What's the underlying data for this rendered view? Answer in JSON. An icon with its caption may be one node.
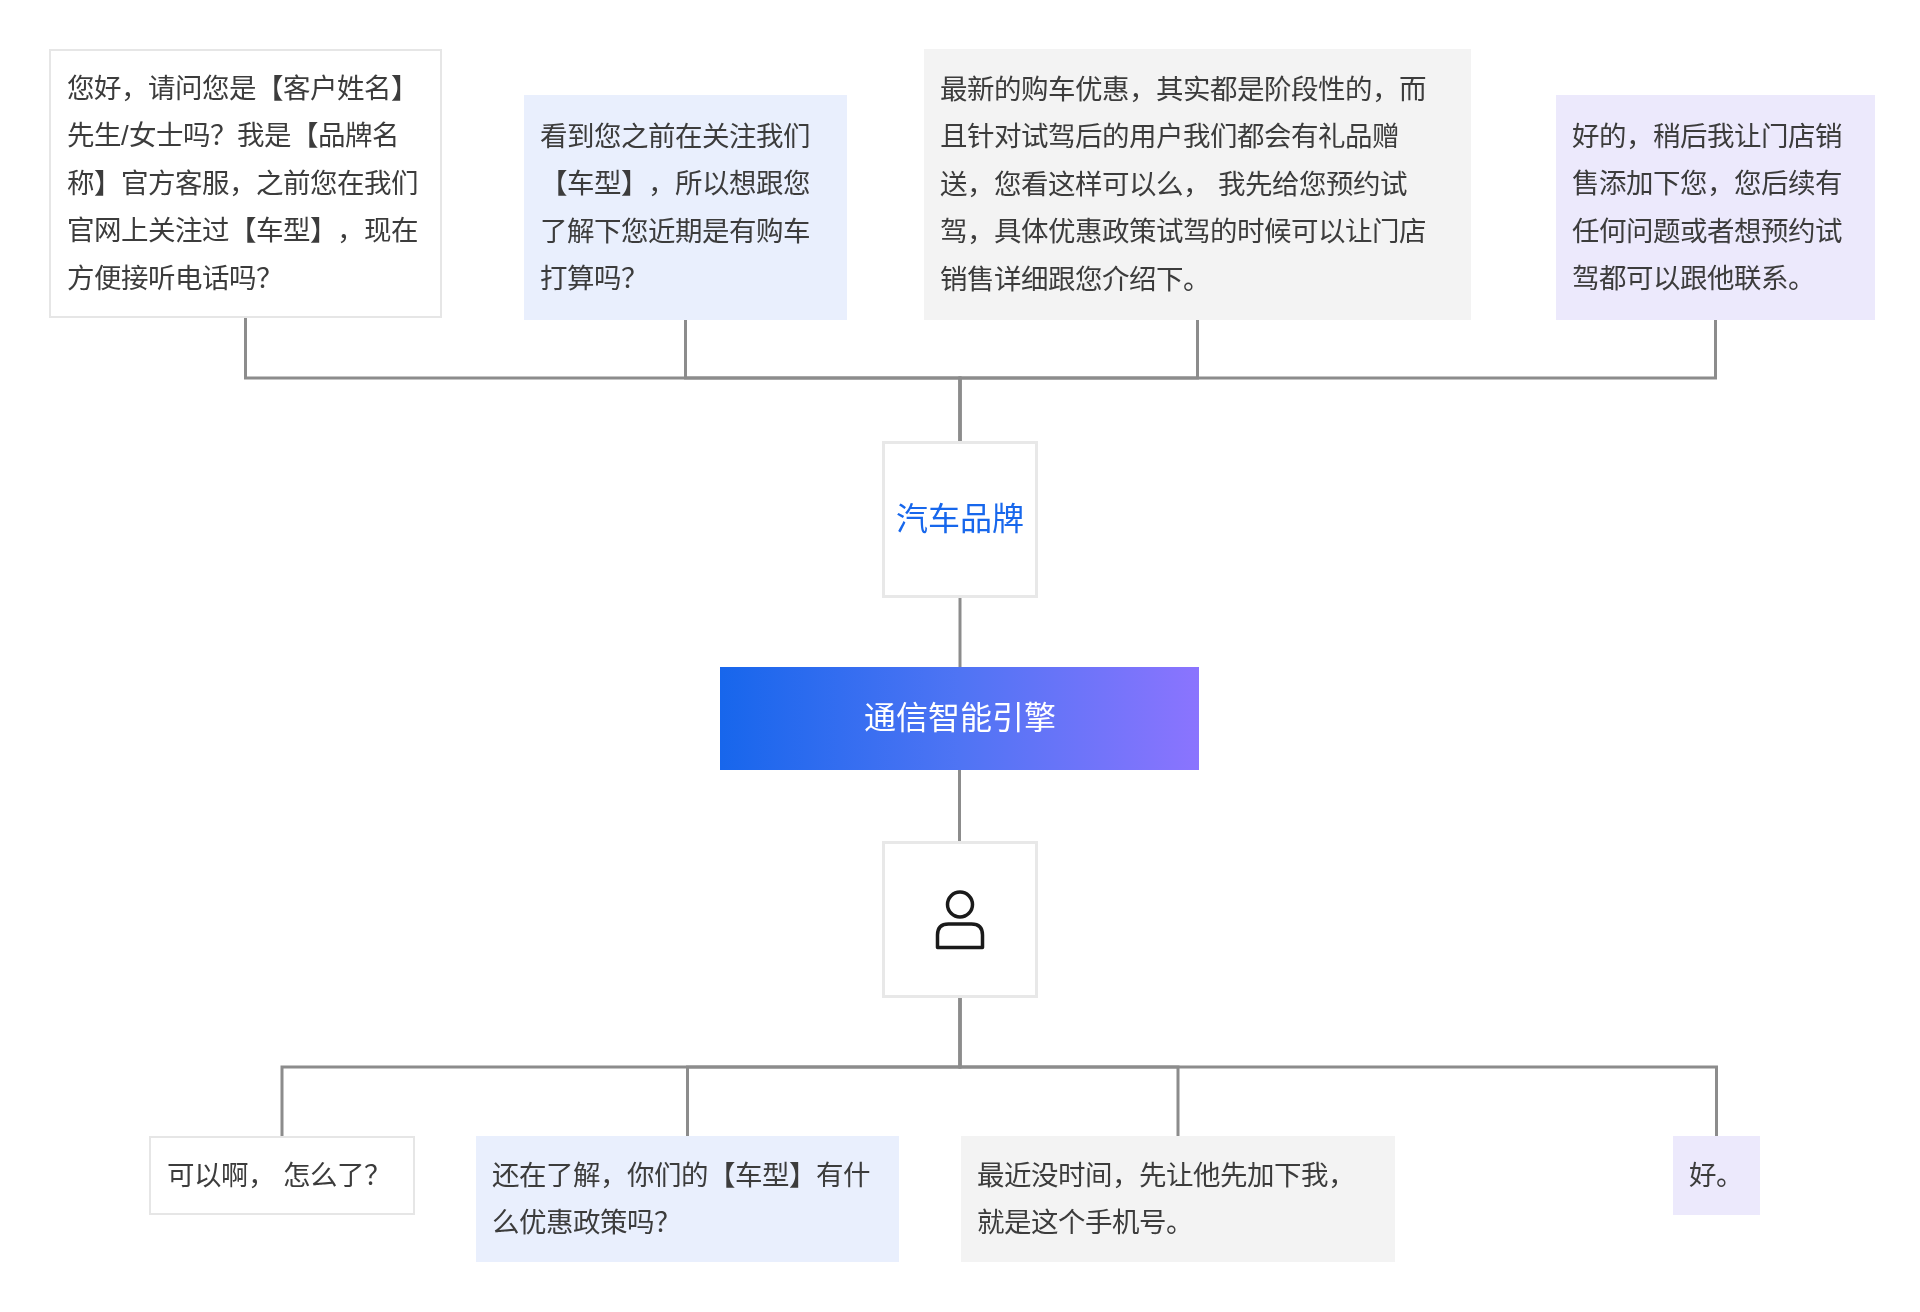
{
  "diagram": {
    "nodes": [
      {
        "text": [
          "您好，请问您是【客户姓名】先生/女士吗？我是【品牌名称】官方客服，之前您在我们官网上关注过【车型】，现在方便接听电话吗？"
        ]
      },
      {
        "text": [
          "看到您之前在关注我们【车型】，所以想跟您了解下您近期是有购车打算吗？"
        ]
      },
      {
        "text": [
          "最新的购车优惠，其实都是阶段性的，而且针对试驾后的用户我们都会有礼品赠送，您看这样可以么， 我先给您预约试驾，具体优惠政策试驾的时候可以让门店销售详细跟您介绍下。"
        ]
      },
      {
        "text": [
          "好的，稍后我让门店销售添加下您，您后续有任何问题或者想预约试驾都可以跟他联系。"
        ]
      },
      {
        "text": [
          "汽车品牌"
        ]
      },
      {
        "text": [
          "通信智能引擎"
        ]
      },
      {
        "text": [],
        "shape": "person"
      },
      {
        "text": [
          "可以啊， 怎么了？"
        ]
      },
      {
        "text": [
          "还在了解，你们的【车型】有什么优惠政策吗？"
        ]
      },
      {
        "text": [
          "最近没时间，先让他先加下我，就是这个手机号。"
        ]
      },
      {
        "text": [
          "好。"
        ]
      }
    ],
    "edges": [
      {
        "from": 4,
        "to": 0,
        "arrow": "none"
      },
      {
        "from": 4,
        "to": 1,
        "arrow": "none"
      },
      {
        "from": 4,
        "to": 2,
        "arrow": "none"
      },
      {
        "from": 4,
        "to": 3,
        "arrow": "none"
      },
      {
        "from": 4,
        "to": 5,
        "arrow": "none"
      },
      {
        "from": 5,
        "to": 6,
        "arrow": "none"
      },
      {
        "from": 6,
        "to": 7,
        "arrow": "none"
      },
      {
        "from": 6,
        "to": 8,
        "arrow": "none"
      },
      {
        "from": 6,
        "to": 9,
        "arrow": "none"
      },
      {
        "from": 6,
        "to": 10,
        "arrow": "none"
      }
    ]
  }
}
